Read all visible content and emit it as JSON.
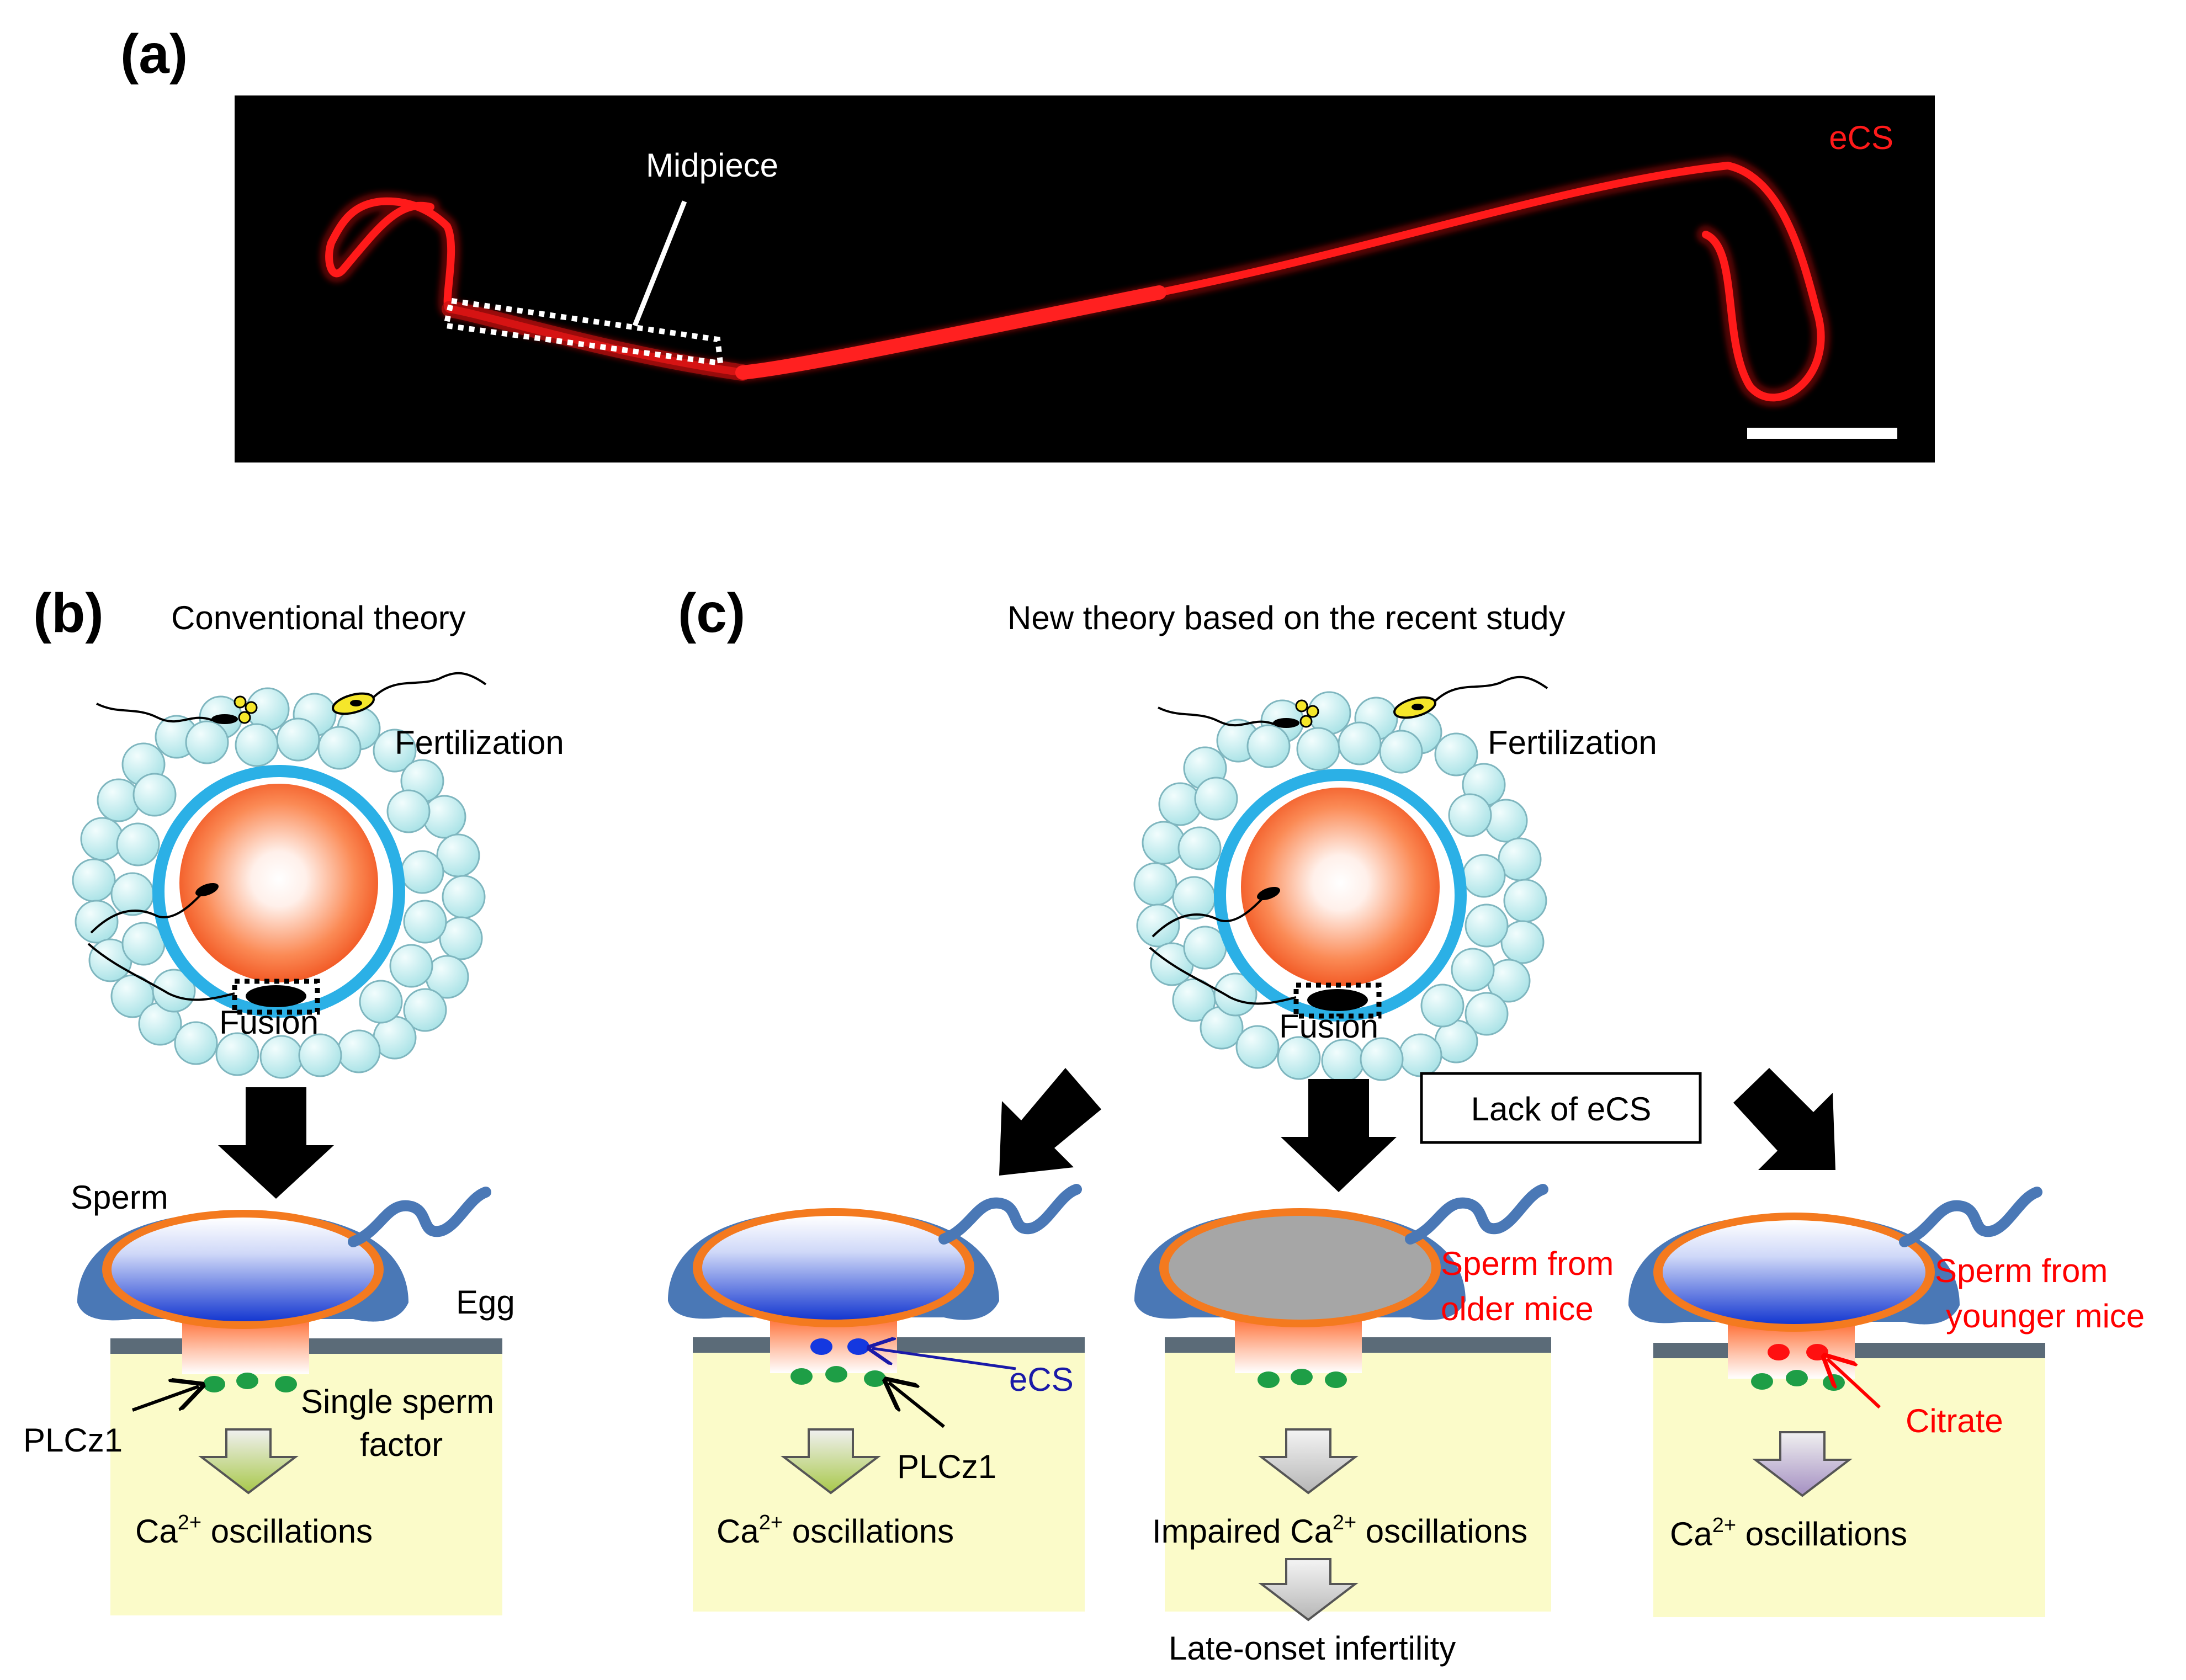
{
  "panel_a": {
    "label": "(a)",
    "legend": "eCS",
    "midpiece_label": "Midpiece"
  },
  "panel_b": {
    "label": "(b)",
    "title": "Conventional theory",
    "fertilization": "Fertilization",
    "fusion": "Fusion",
    "sperm": "Sperm",
    "egg": "Egg",
    "plcz1": "PLCz1",
    "single_sperm_factor_line1": "Single sperm",
    "single_sperm_factor_line2": "factor",
    "ca_prefix": "Ca",
    "ca_sup": "2+",
    "ca_suffix": " oscillations"
  },
  "panel_c": {
    "label": "(c)",
    "title": "New theory based on the recent study",
    "fertilization": "Fertilization",
    "fusion": "Fusion",
    "lack_of_ecs": "Lack of eCS",
    "left": {
      "ecs": "eCS",
      "plcz1": "PLCz1",
      "ca_prefix": "Ca",
      "ca_sup": "2+",
      "ca_suffix": " oscillations"
    },
    "middle": {
      "sperm_line1": "Sperm from",
      "sperm_line2": "older mice",
      "impaired_prefix": "Impaired Ca",
      "ca_sup": "2+",
      "ca_suffix": " oscillations",
      "late_onset": "Late-onset infertility"
    },
    "right": {
      "sperm_line1": "Sperm from",
      "sperm_line2": "younger mice",
      "citrate": "Citrate",
      "ca_prefix": "Ca",
      "ca_sup": "2+",
      "ca_suffix": " oscillations"
    }
  },
  "colors": {
    "red_text": "#ff0000",
    "ecs_blue": "#1a1aa8",
    "green_dot": "#1e9e46",
    "egg_fill": "#fbfbc9",
    "membrane": "#5b6b78",
    "sperm_blue": "#4a78b6",
    "orange": "#f47a1f",
    "cyan_ring": "#2bb0e6",
    "cell_cyan": "#bdeef0",
    "scale_bar": "#ffffff",
    "micrograph_bg": "#000000"
  }
}
